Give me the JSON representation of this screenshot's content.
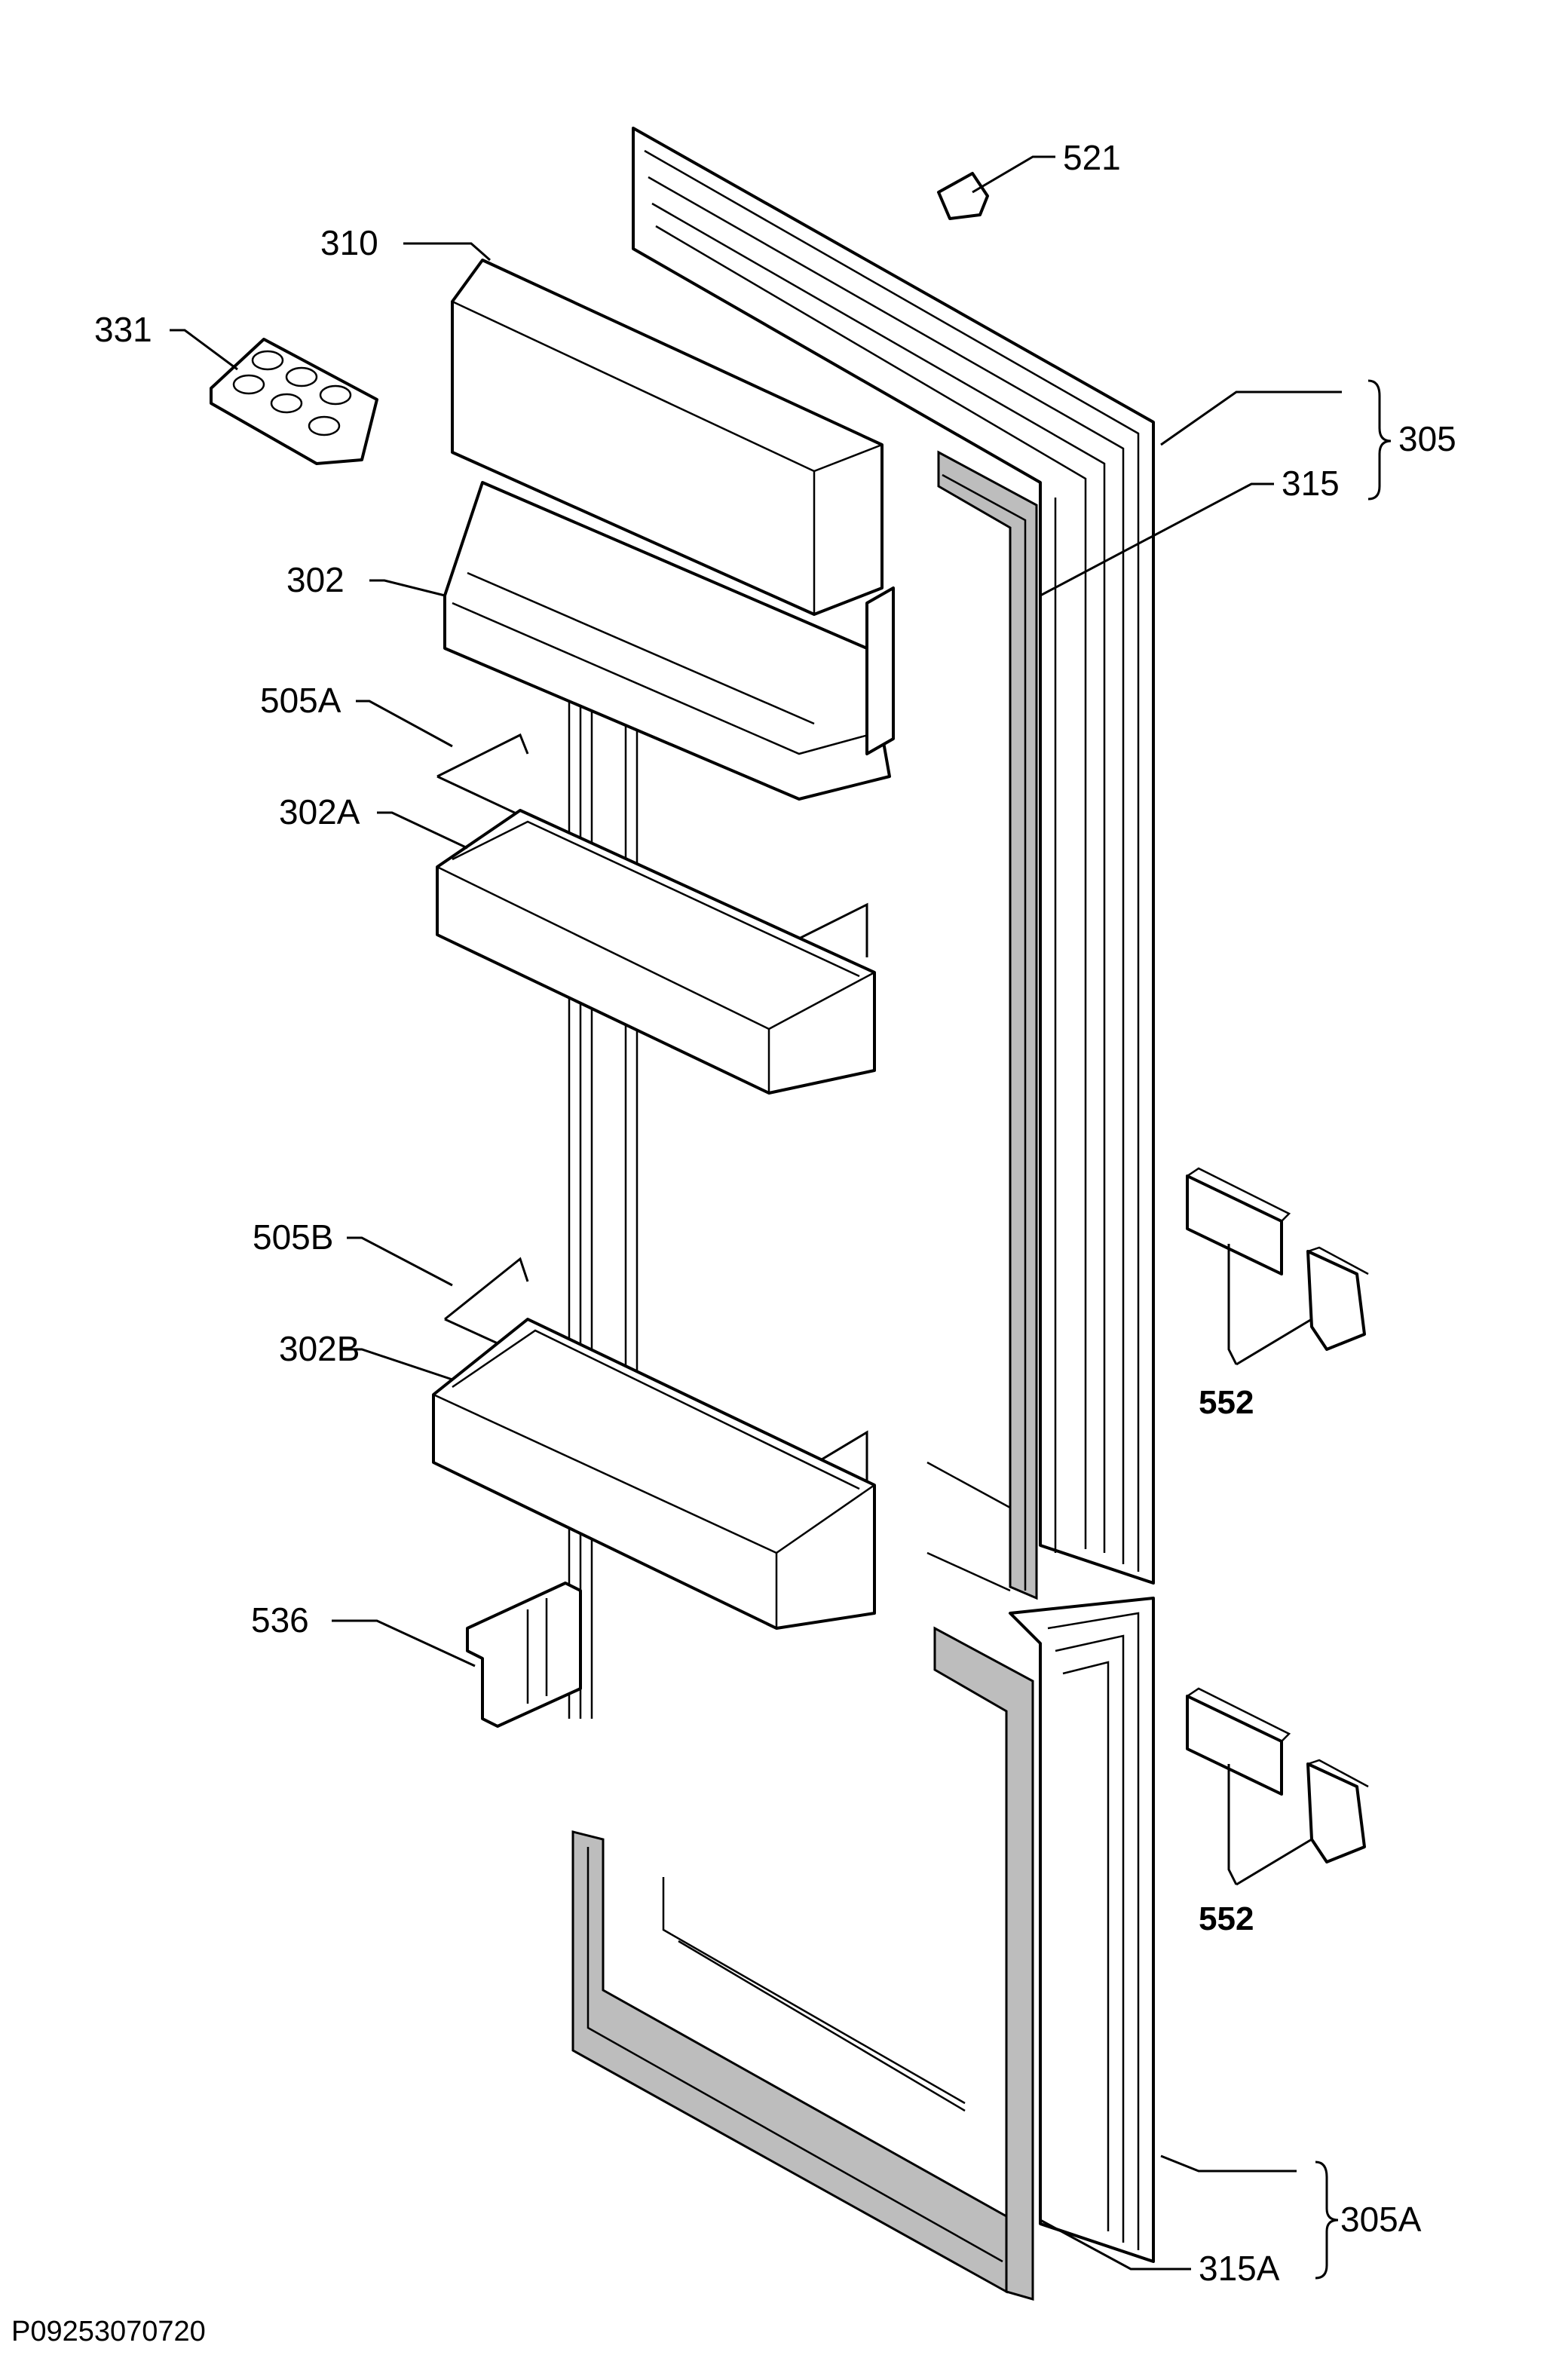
{
  "labels": {
    "l521": "521",
    "l310": "310",
    "l331": "331",
    "l305": "305",
    "l315": "315",
    "l302": "302",
    "l505a": "505A",
    "l302a": "302A",
    "l505b": "505B",
    "l302b": "302B",
    "l552a": "552",
    "l552b": "552",
    "l536": "536",
    "l305a": "305A",
    "l315a": "315A"
  },
  "drawing_code": "P09253070720"
}
